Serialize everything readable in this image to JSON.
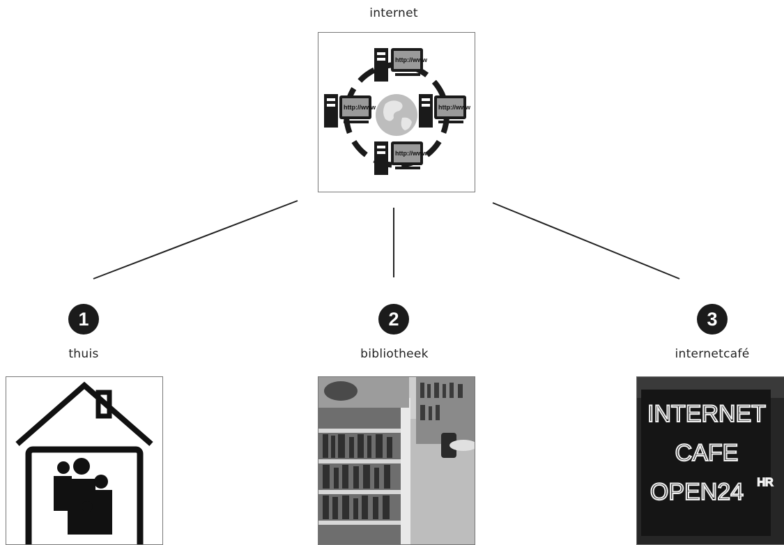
{
  "top": {
    "label": "internet",
    "screen_text": "http://www"
  },
  "nodes": [
    {
      "number": "1",
      "label": "thuis"
    },
    {
      "number": "2",
      "label": "bibliotheek"
    },
    {
      "number": "3",
      "label": "internetcafé"
    }
  ],
  "cafe_sign": {
    "line1": "INTERNET",
    "line2": "CAFE",
    "line3": "OPEN24",
    "suffix": "HR"
  }
}
